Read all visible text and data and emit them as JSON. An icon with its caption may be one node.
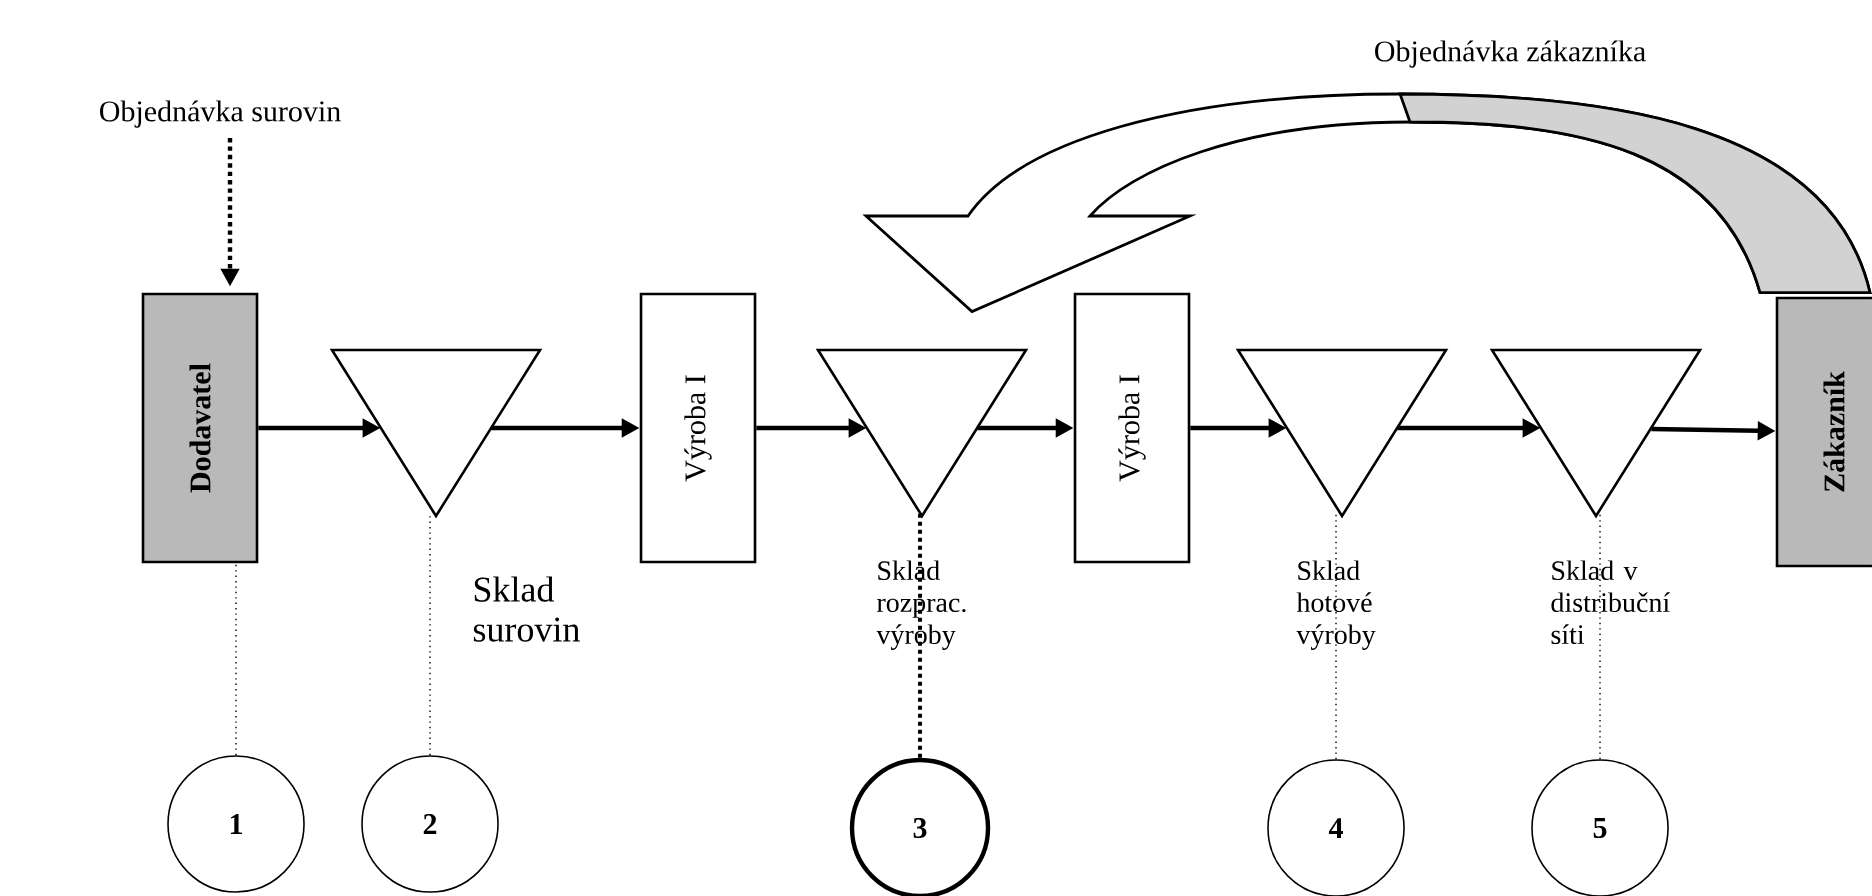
{
  "diagram": {
    "nodes": [
      {
        "text": [
          "Objednávka surovin"
        ]
      },
      {
        "text": [
          "Dodavatel"
        ]
      },
      {
        "text": [],
        "shape": "triangle",
        "beside": [
          "Sklad surovin"
        ]
      },
      {
        "text": [
          "Výroba I"
        ]
      },
      {
        "text": [],
        "shape": "triangle",
        "beside": [
          "Sklad rozprac. výroby"
        ]
      },
      {
        "text": [
          "Výroba I"
        ]
      },
      {
        "text": [],
        "shape": "triangle",
        "beside": [
          "Sklad hotové výroby"
        ]
      },
      {
        "text": [],
        "shape": "triangle",
        "beside": [
          "Sklad v distribuční síti"
        ]
      },
      {
        "text": [
          "Zákazník"
        ]
      },
      {
        "text": [
          "1"
        ]
      },
      {
        "text": [
          "2"
        ]
      },
      {
        "text": [
          "3"
        ]
      },
      {
        "text": [
          "4"
        ]
      },
      {
        "text": [
          "5"
        ]
      }
    ],
    "edges": [
      {
        "from": 0,
        "to": 1,
        "arrow": "to",
        "style": "dashed"
      },
      {
        "from": 1,
        "to": 2,
        "arrow": "to"
      },
      {
        "from": 2,
        "to": 3,
        "arrow": "to"
      },
      {
        "from": 3,
        "to": 4,
        "arrow": "to"
      },
      {
        "from": 4,
        "to": 5,
        "arrow": "to"
      },
      {
        "from": 5,
        "to": 6,
        "arrow": "to"
      },
      {
        "from": 6,
        "to": 7,
        "arrow": "to"
      },
      {
        "from": 7,
        "to": 8,
        "arrow": "to"
      },
      {
        "from": 8,
        "to": 4,
        "arrow": "to",
        "label": "Objednávka zákazníka",
        "style": "thick"
      },
      {
        "from": 9,
        "to": 1,
        "arrow": "none",
        "style": "dashed"
      },
      {
        "from": 10,
        "to": 2,
        "arrow": "none",
        "style": "dashed"
      },
      {
        "from": 11,
        "to": 4,
        "arrow": "none",
        "style": "dashed"
      },
      {
        "from": 12,
        "to": 6,
        "arrow": "none",
        "style": "dashed"
      },
      {
        "from": 13,
        "to": 7,
        "arrow": "none",
        "style": "dashed"
      }
    ]
  }
}
